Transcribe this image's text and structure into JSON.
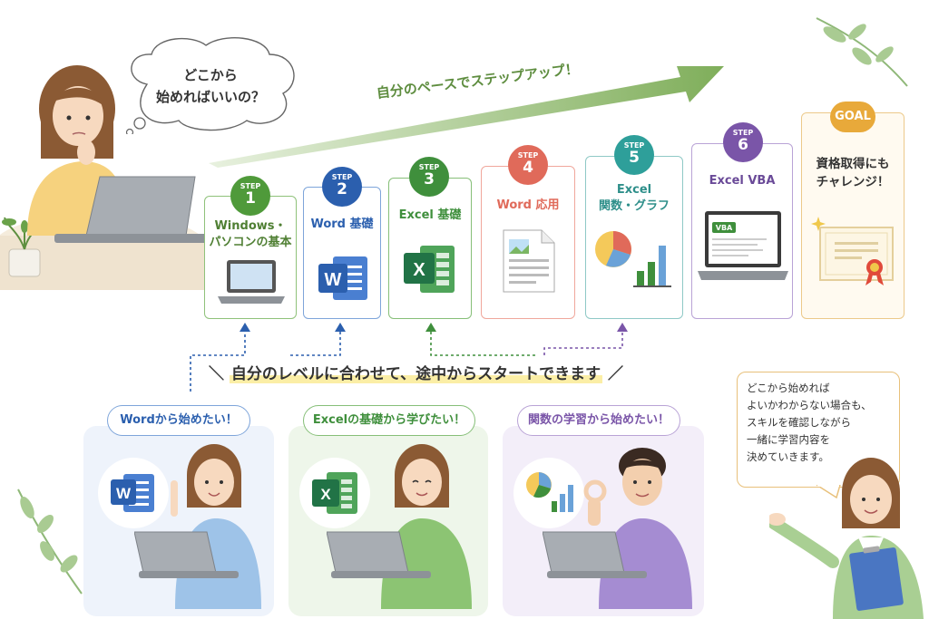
{
  "thought_bubble": {
    "line1": "どこから",
    "line2": "始めればいいの？"
  },
  "banner": {
    "text": "自分のペースでステップアップ！"
  },
  "steps": [
    {
      "step_label": "STEP",
      "number": "1",
      "title_line1": "Windows・",
      "title_line2": "パソコンの基本",
      "color": "#4f9a3a"
    },
    {
      "step_label": "STEP",
      "number": "2",
      "title_line1": "Word 基礎",
      "title_line2": "",
      "color": "#2b5fae"
    },
    {
      "step_label": "STEP",
      "number": "3",
      "title_line1": "Excel 基礎",
      "title_line2": "",
      "color": "#3f8f3c"
    },
    {
      "step_label": "STEP",
      "number": "4",
      "title_line1": "Word 応用",
      "title_line2": "",
      "color": "#e06a5a"
    },
    {
      "step_label": "STEP",
      "number": "5",
      "title_line1": "Excel",
      "title_line2": "関数・グラフ",
      "color": "#2e9f9a"
    },
    {
      "step_label": "STEP",
      "number": "6",
      "title_line1": "Excel VBA",
      "title_line2": "",
      "color": "#7a55a8"
    }
  ],
  "goal": {
    "badge": "GOAL",
    "line1": "資格取得にも",
    "line2": "チャレンジ！",
    "color": "#e8a93a"
  },
  "vba_label": "VBA",
  "slogan": {
    "open": "＼",
    "text": "自分のレベルに合わせて、途中からスタートできます",
    "close": "／"
  },
  "entry_points": [
    {
      "text": "Wordから始めたい！",
      "color": "#2b5fae"
    },
    {
      "text": "Excelの基礎から学びたい！",
      "color": "#3f8f3c"
    },
    {
      "text": "関数の学習から始めたい！",
      "color": "#7a55a8"
    }
  ],
  "instructor_speech": {
    "lines": [
      "どこから始めれば",
      "よいかわからない場合も、",
      "スキルを確認しながら",
      "一緒に学習内容を",
      "決めていきます。"
    ]
  }
}
